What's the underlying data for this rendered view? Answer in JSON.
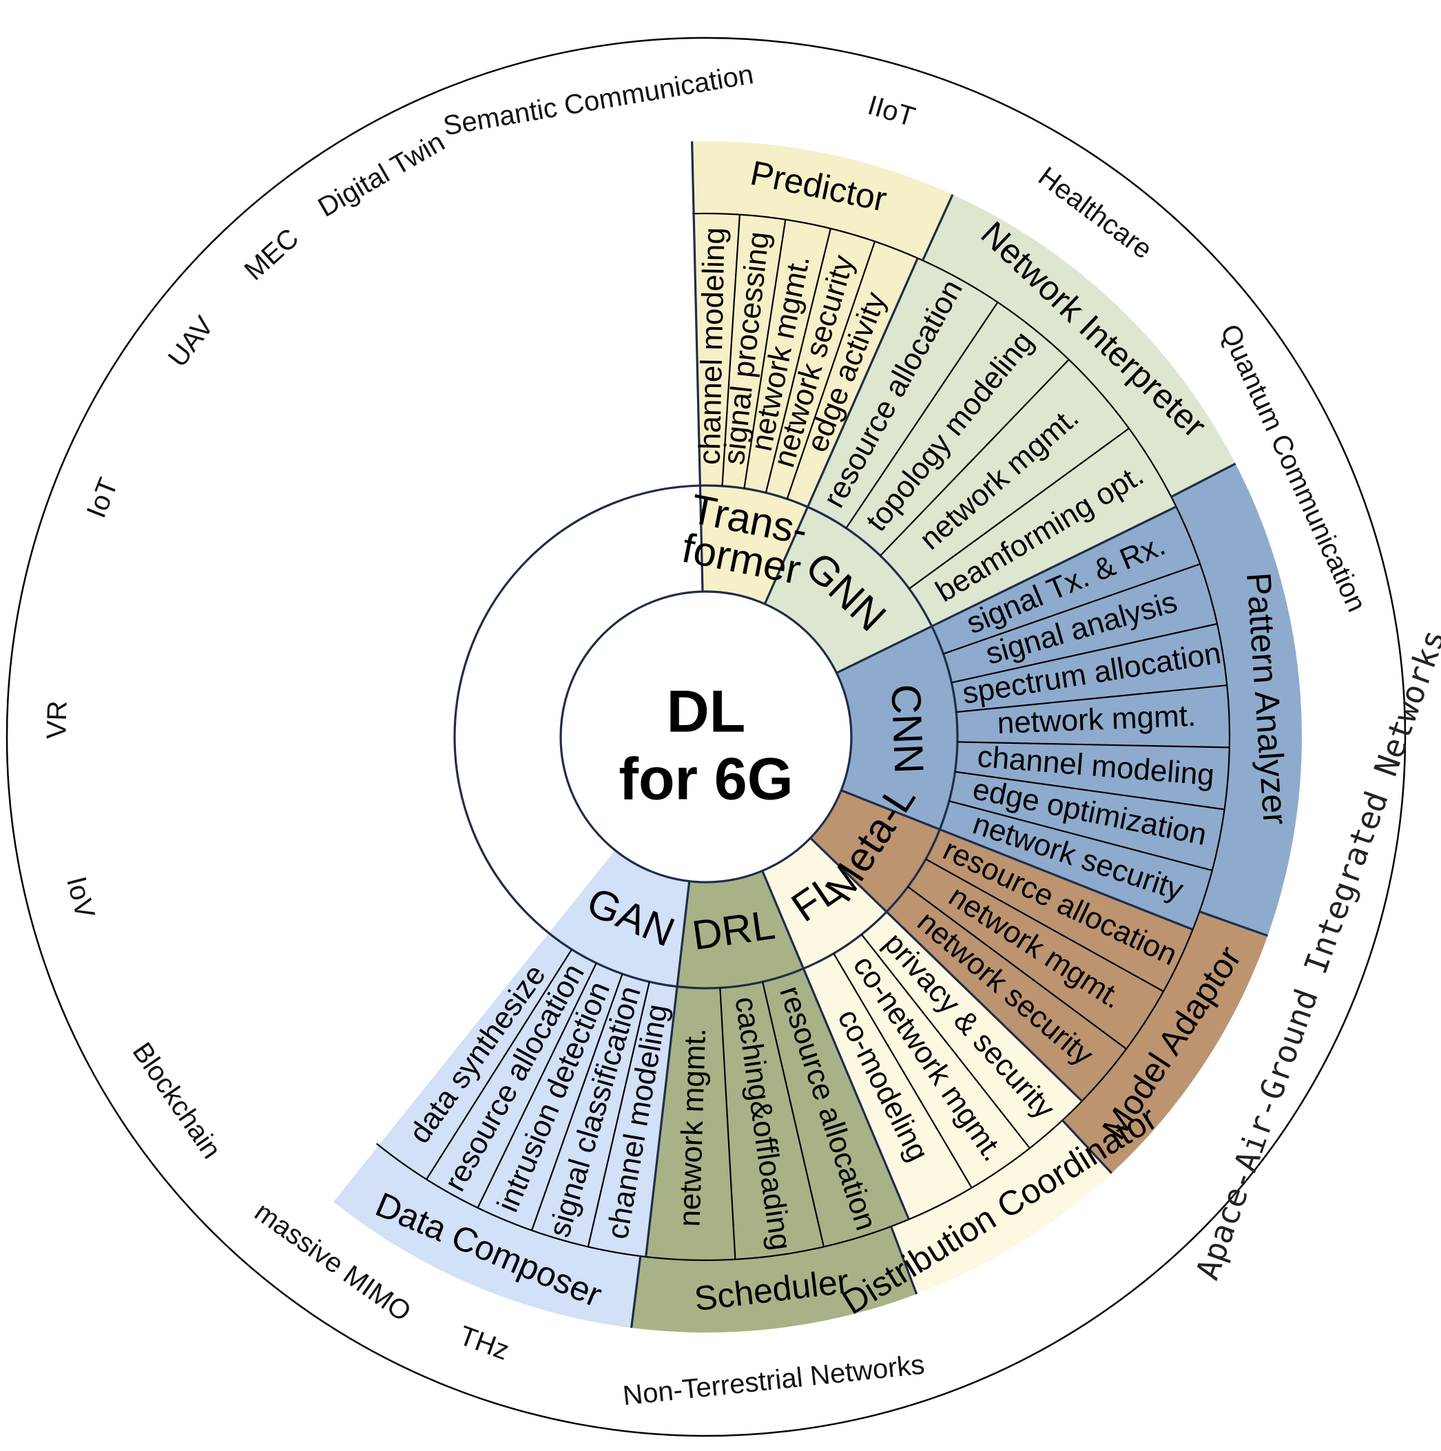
{
  "center": {
    "line1": "DL",
    "line2": "for 6G"
  },
  "sectors": [
    {
      "algorithm": [
        "Trans-",
        "former"
      ],
      "role": "Predictor",
      "color": "#f6f0c8",
      "items": [
        "channel modeling",
        "signal processing",
        "network mgmt.",
        "network security",
        "edge activity"
      ]
    },
    {
      "algorithm": [
        "GNN"
      ],
      "role": "Network Interpreter",
      "color": "#dde6cf",
      "items": [
        "resource allocation",
        "topology modeling",
        "network mgmt.",
        "beamforming opt."
      ]
    },
    {
      "algorithm": [
        "CNN"
      ],
      "role": "Pattern Analyzer",
      "color": "#8eabcd",
      "items": [
        "signal Tx. & Rx.",
        "signal analysis",
        "spectrum allocation",
        "network mgmt.",
        "channel modeling",
        "edge optimization",
        "network security"
      ]
    },
    {
      "algorithm": [
        "Meta-L"
      ],
      "role": "Model Adaptor",
      "color": "#bc9470",
      "items": [
        "resource allocation",
        "network mgmt.",
        "network security"
      ]
    },
    {
      "algorithm": [
        "FL"
      ],
      "role": "Distribution Coordinator",
      "color": "#fdf8e1",
      "items": [
        "privacy & security",
        "co-network mgmt.",
        "co-modeling"
      ]
    },
    {
      "algorithm": [
        "DRL"
      ],
      "role": "Scheduler",
      "color": "#a8b287",
      "items": [
        "resource allocation",
        "caching&offloading",
        "network mgmt."
      ]
    },
    {
      "algorithm": [
        "GAN"
      ],
      "role": "Data Composer",
      "color": "#d2e0f8",
      "items": [
        "channel modeling",
        "signal classification",
        "intrusion detection",
        "resource allocation",
        "data synthesize"
      ]
    }
  ],
  "applications": [
    "Semantic Communication",
    "IIoT",
    "Healthcare",
    "Quantum Communication",
    "Non-Terrestrial Networks",
    "THz",
    "massive MIMO",
    "Blockchain",
    "IoV",
    "VR",
    "IoT",
    "UAV",
    "MEC",
    "Digital Twin"
  ],
  "sagin_label": "Apace-Air-Ground Integrated Networks"
}
